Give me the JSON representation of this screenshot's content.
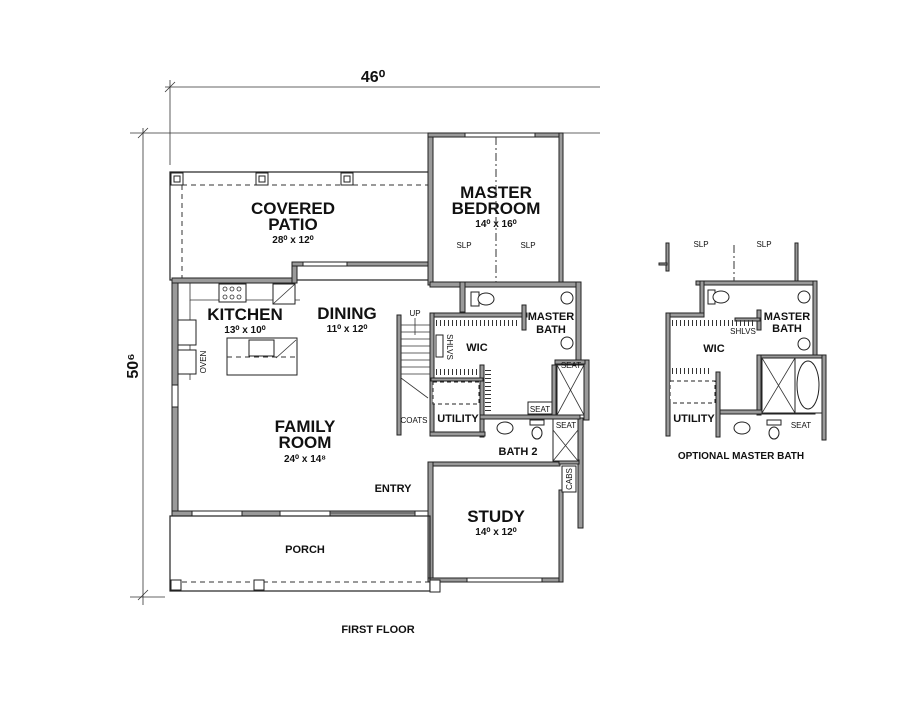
{
  "plan": {
    "overall_width": "46⁰",
    "overall_depth": "50⁶",
    "title": "FIRST FLOOR",
    "rooms": {
      "covered_patio": {
        "name_line1": "COVERED",
        "name_line2": "PATIO",
        "size": "28⁰ x 12⁰"
      },
      "master_bedroom": {
        "name_line1": "MASTER",
        "name_line2": "BEDROOM",
        "size": "14⁰ x 16⁰"
      },
      "kitchen": {
        "name": "KITCHEN",
        "size": "13⁰ x 10⁰"
      },
      "dining": {
        "name": "DINING",
        "size": "11⁰ x 12⁰"
      },
      "family_room": {
        "name_line1": "FAMILY",
        "name_line2": "ROOM",
        "size": "24⁰ x 14⁸"
      },
      "study": {
        "name": "STUDY",
        "size": "14⁰ x 12⁰"
      },
      "master_bath": {
        "name_line1": "MASTER",
        "name_line2": "BATH"
      },
      "wic": "WIC",
      "utility": "UTILITY",
      "bath2": "BATH 2",
      "entry": "ENTRY",
      "porch": "PORCH"
    },
    "notes": {
      "slp": "SLP",
      "up": "UP",
      "shlvs": "SHLVS",
      "oven": "OVEN",
      "coats": "COATS",
      "seat": "SEAT",
      "cabs": "CABS"
    }
  },
  "optional": {
    "title": "OPTIONAL MASTER BATH",
    "slp": "SLP",
    "master_bath_line1": "MASTER",
    "master_bath_line2": "BATH",
    "shlvs": "SHLVS",
    "wic": "WIC",
    "utility": "UTILITY",
    "seat": "SEAT"
  }
}
